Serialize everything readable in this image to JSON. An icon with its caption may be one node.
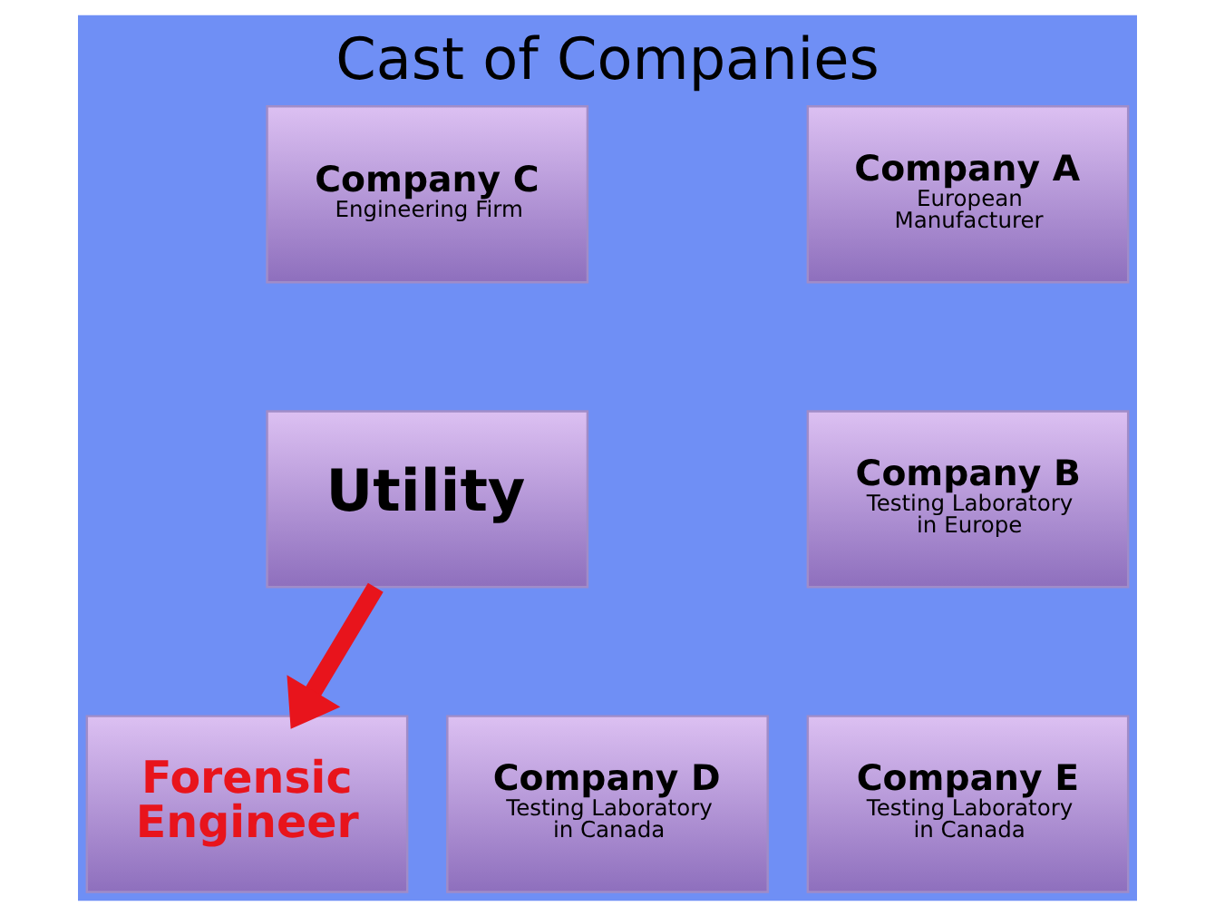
{
  "diagram": {
    "title": "Cast of Companies",
    "nodes": [
      {
        "text": [
          "Company C",
          "Engineering Firm"
        ]
      },
      {
        "text": [
          "Company A",
          "European Manufacturer"
        ]
      },
      {
        "text": [
          "Utility"
        ]
      },
      {
        "text": [
          "Company B",
          "Testing Laboratory in Europe"
        ]
      },
      {
        "text": [
          "Forensic Engineer"
        ]
      },
      {
        "text": [
          "Company D",
          "Testing Laboratory in Canada"
        ]
      },
      {
        "text": [
          "Company E",
          "Testing Laboratory in Canada"
        ]
      }
    ],
    "edges": [
      {
        "from": 2,
        "to": 4,
        "arrow": "to",
        "color": "#e8141c"
      }
    ]
  }
}
